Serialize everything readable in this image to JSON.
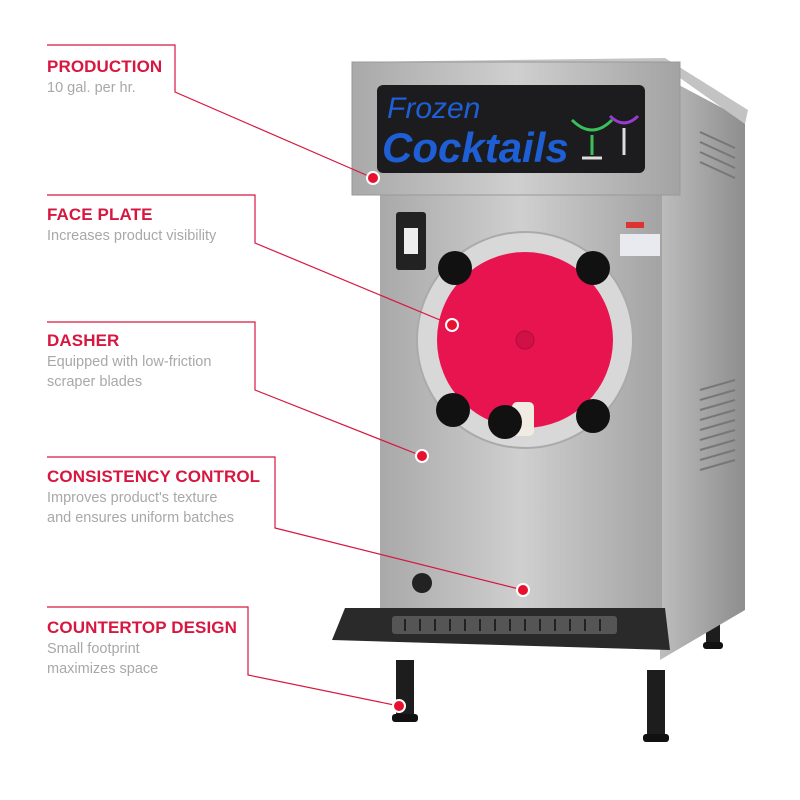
{
  "callouts": [
    {
      "title": "PRODUCTION",
      "lines": [
        "10 gal. per hr."
      ]
    },
    {
      "title": "FACE PLATE",
      "lines": [
        "Increases product visibility"
      ]
    },
    {
      "title": "DASHER",
      "lines": [
        "Equipped with low-friction",
        "scraper blades"
      ]
    },
    {
      "title": "CONSISTENCY CONTROL",
      "lines": [
        "Improves product's texture",
        "and ensures uniform batches"
      ]
    },
    {
      "title": "COUNTERTOP DESIGN",
      "lines": [
        "Small footprint",
        "maximizes space"
      ]
    }
  ],
  "sign": {
    "line1": "Frozen",
    "line2": "Cocktails"
  },
  "colors": {
    "accent": "#d7173f",
    "faceplate": "#e8144f",
    "sign_text": "#1e5fd6",
    "steel": "#b9b9b9"
  }
}
